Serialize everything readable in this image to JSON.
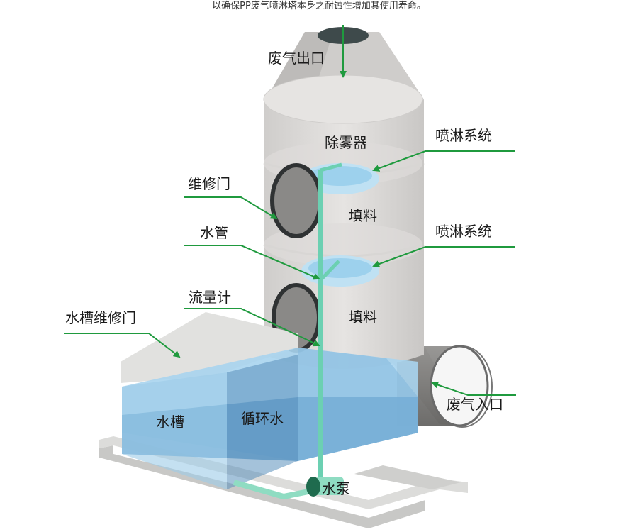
{
  "caption": "以确保PP废气喷淋塔本身之耐蚀性增加其使用寿命。",
  "colors": {
    "arrow": "#1f9a3e",
    "tower_body": "#d9d7d5",
    "tower_shade": "#c3c1bf",
    "water_light": "#a9d6ef",
    "water_deep": "#5f9cc9",
    "pipe": "#6cd0b2"
  },
  "labels": {
    "exhaust_outlet": "废气出口",
    "demister": "除雾器",
    "spray_system_upper": "喷淋系统",
    "maintenance_door": "维修门",
    "packing_upper": "填料",
    "water_pipe": "水管",
    "spray_system_lower": "喷淋系统",
    "flow_meter": "流量计",
    "packing_lower": "填料",
    "tank_maintenance_door": "水槽维修门",
    "exhaust_inlet": "废气入口",
    "water_tank": "水槽",
    "circulating_water": "循环水",
    "water_pump": "水泵"
  }
}
